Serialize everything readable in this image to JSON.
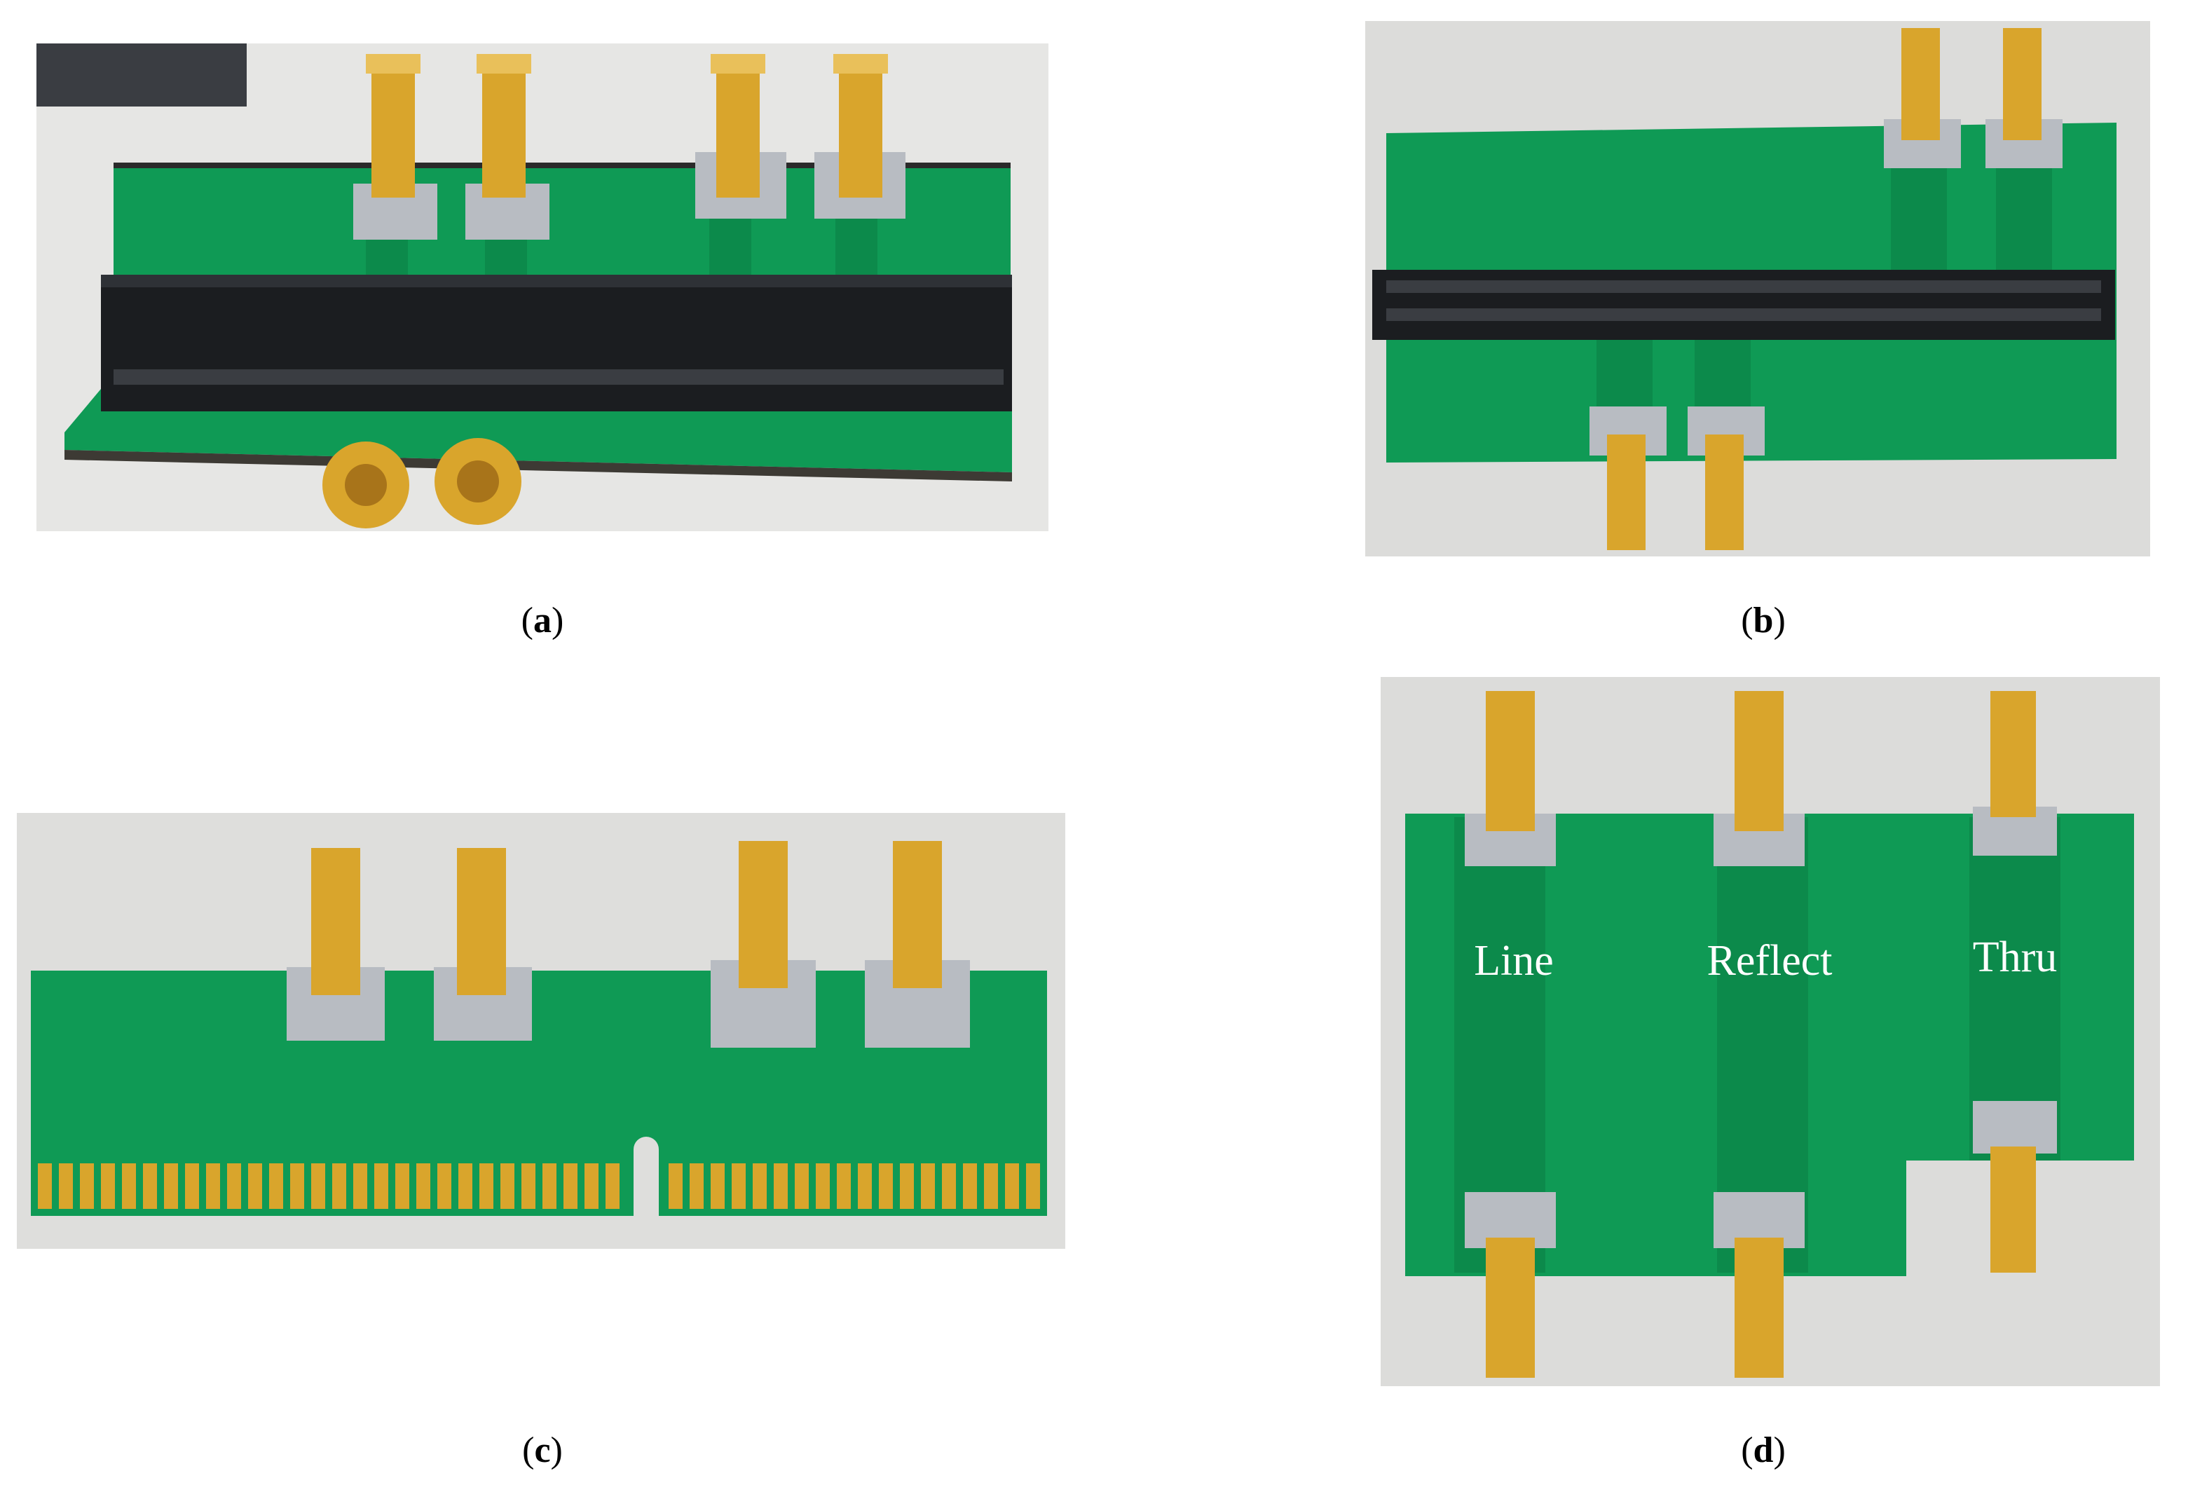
{
  "figure": {
    "panels": [
      {
        "id": "a",
        "caption_open": "(",
        "caption_letter": "a",
        "caption_close": ")"
      },
      {
        "id": "b",
        "caption_open": "(",
        "caption_letter": "b",
        "caption_close": ")"
      },
      {
        "id": "c",
        "caption_open": "(",
        "caption_letter": "c",
        "caption_close": ")"
      },
      {
        "id": "d",
        "caption_open": "(",
        "caption_letter": "d",
        "caption_close": ")"
      }
    ],
    "board_labels": {
      "line": "Line",
      "reflect": "Reflect",
      "thru": "Thru"
    }
  },
  "colors": {
    "pcb_green": "#0f9a55",
    "pcb_dark": "#0a7a44",
    "gold": "#d9a52c",
    "gold_dark": "#a8741a",
    "solder": "#b8bcc2",
    "connector_black": "#1b1d20",
    "background_gray": "#d8d8d6"
  }
}
